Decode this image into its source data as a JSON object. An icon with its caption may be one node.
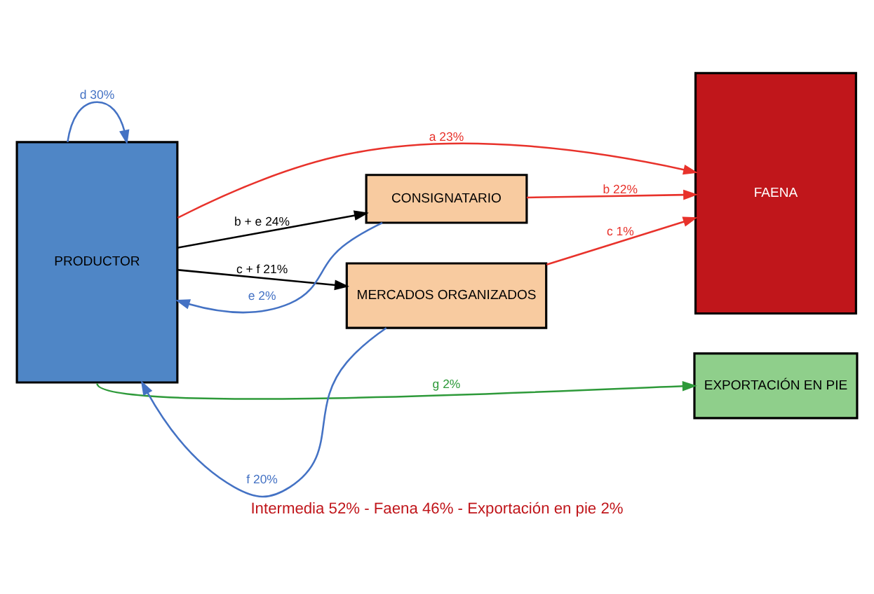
{
  "diagram": {
    "caption": "Intermedia 52% - Faena 46% - Exportación en pie 2%",
    "nodes": [
      {
        "text": [
          "PRODUCTOR"
        ]
      },
      {
        "text": [
          "FAENA"
        ]
      },
      {
        "text": [
          "CONSIGNATARIO"
        ]
      },
      {
        "text": [
          "MERCADOS ORGANIZADOS"
        ]
      },
      {
        "text": [
          "EXPORTACIÓN EN PIE"
        ]
      }
    ],
    "edges": [
      {
        "from": 0,
        "to": 1,
        "arrow": "to",
        "label": "a 23%",
        "color": "#e8322b"
      },
      {
        "from": 0,
        "to": 0,
        "arrow": "to",
        "label": "d 30%",
        "color": "#4472c4"
      },
      {
        "from": 2,
        "to": 0,
        "arrow": "to",
        "label": "e 2%",
        "color": "#4472c4"
      },
      {
        "from": 0,
        "to": 2,
        "arrow": "to",
        "label": "b + e 24%",
        "color": "#000000"
      },
      {
        "from": 2,
        "to": 1,
        "arrow": "to",
        "label": "b 22%",
        "color": "#e8322b"
      },
      {
        "from": 3,
        "to": 0,
        "arrow": "to",
        "label": "f 20%",
        "color": "#4472c4"
      },
      {
        "from": 0,
        "to": 3,
        "arrow": "to",
        "label": "c + f 21%",
        "color": "#000000"
      },
      {
        "from": 3,
        "to": 1,
        "arrow": "to",
        "label": "c 1%",
        "color": "#e8322b"
      },
      {
        "from": 0,
        "to": 4,
        "arrow": "to",
        "label": "g 2%",
        "color": "#2e9a3a"
      }
    ]
  }
}
